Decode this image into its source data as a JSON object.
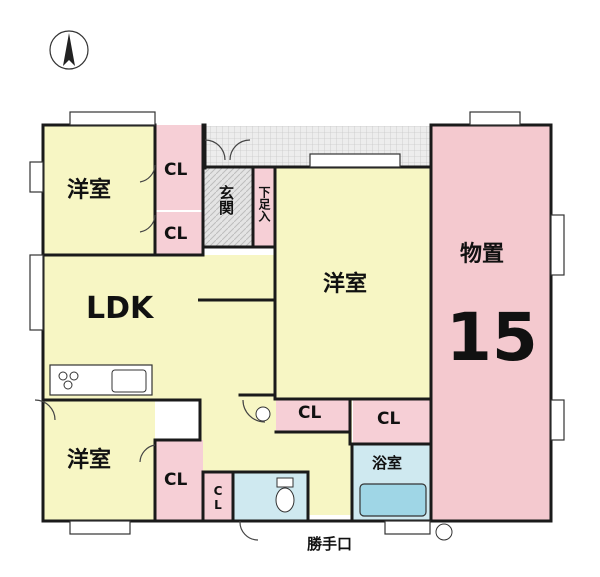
{
  "compass": {
    "north_label": "N"
  },
  "rooms": {
    "western_upper_left": "洋室",
    "cl_upper_1": "CL",
    "cl_upper_2": "CL",
    "entrance": "玄関",
    "shoe_storage": "下足入",
    "western_center": "洋室",
    "storage": "物置",
    "storage_number": "15",
    "ldk": "LDK",
    "cl_center_1": "CL",
    "cl_center_2": "CL",
    "western_lower_left": "洋室",
    "cl_lower": "CL",
    "cl_small": "CL",
    "bathroom": "浴室",
    "back_door": "勝手口"
  },
  "colors": {
    "room_yellow": "#f7f6c4",
    "closet_pink": "#f6cfd6",
    "storage_pink": "#f4c9cf",
    "water_blue": "#cfe9f0",
    "deck_gray": "#dcdcdc",
    "wall": "#1a1a1a"
  }
}
